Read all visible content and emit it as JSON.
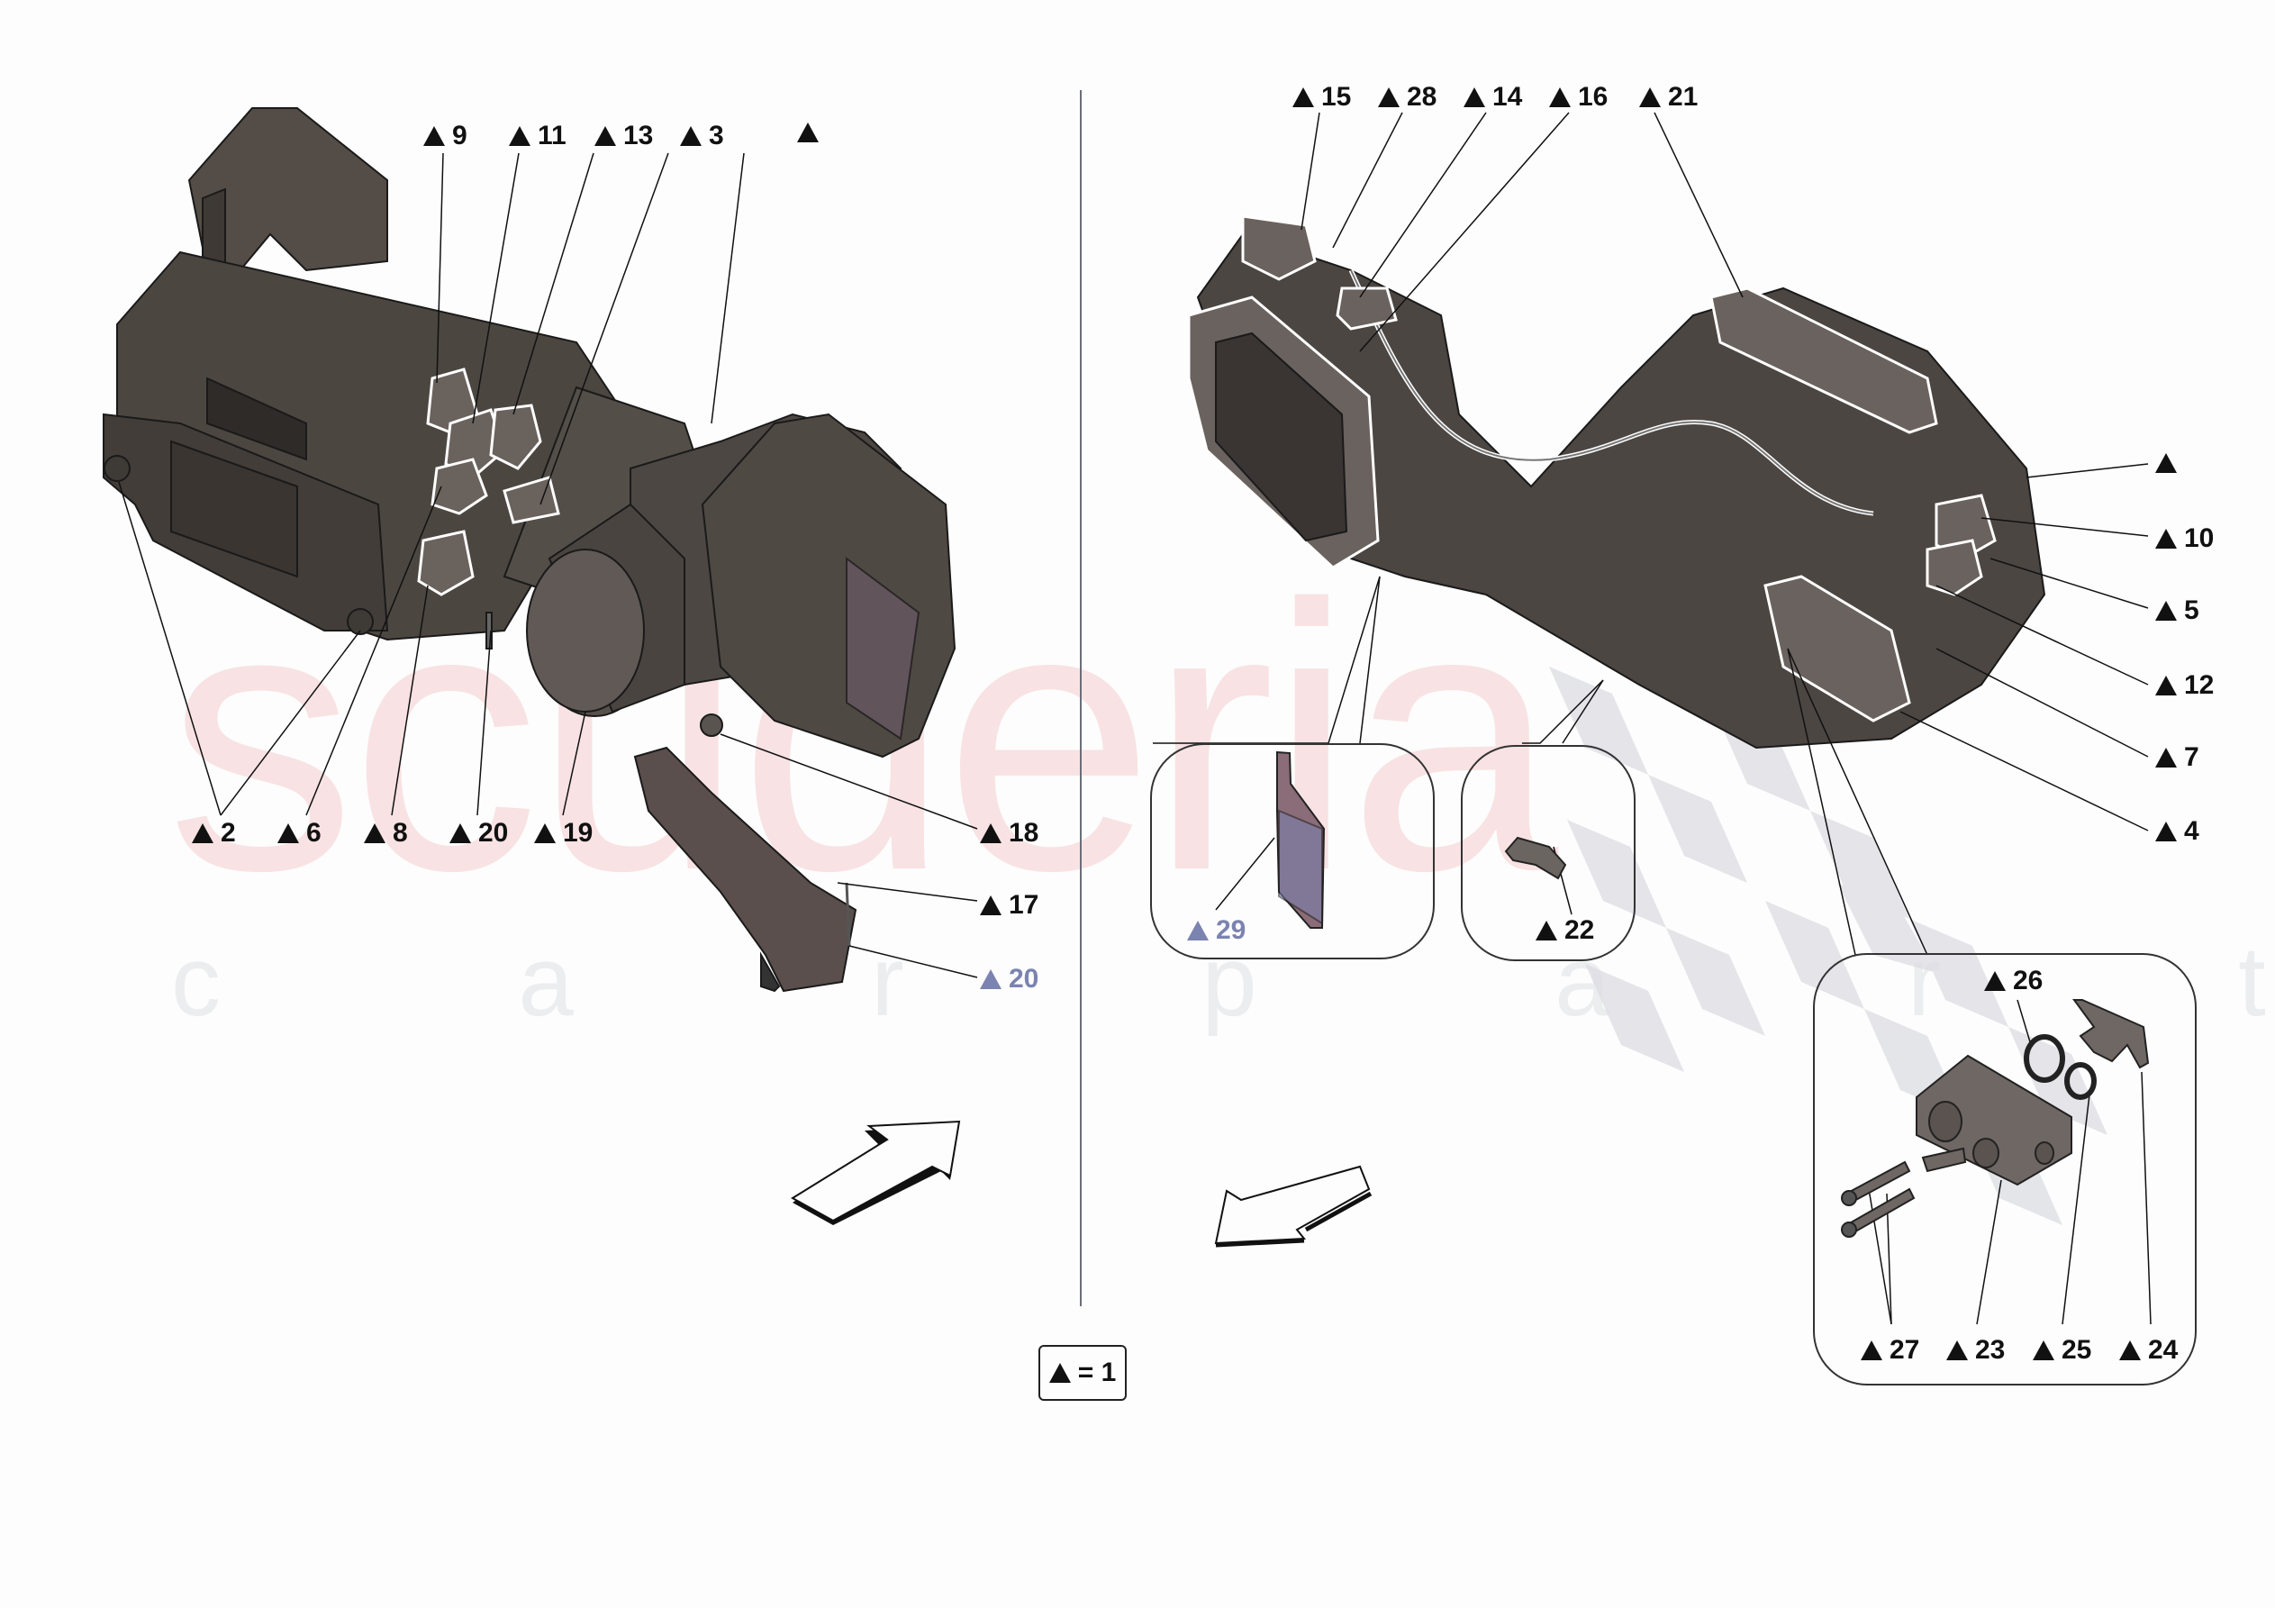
{
  "diagram": {
    "title": "HVAC unit assembly – exploded parts view",
    "background": "#fcfdfc",
    "watermark": {
      "brand": "scuderia",
      "sub": "c a r p a r t s"
    },
    "legend": {
      "symbol": "▲",
      "text": "= 1"
    },
    "colors": {
      "part_fill": "#4a443f",
      "part_outline": "#1a1a1a",
      "label": "#111111",
      "label_muted": "#7b83b0",
      "checker": "#d9d9e0"
    },
    "left_view": {
      "top_callouts": [
        {
          "id": "9",
          "text": "9"
        },
        {
          "id": "11",
          "text": "11"
        },
        {
          "id": "13",
          "text": "13"
        },
        {
          "id": "3",
          "text": "3"
        },
        {
          "id": "blank",
          "text": ""
        }
      ],
      "bottom_callouts": [
        {
          "id": "2",
          "text": "2"
        },
        {
          "id": "6",
          "text": "6"
        },
        {
          "id": "8",
          "text": "8"
        },
        {
          "id": "20a",
          "text": "20"
        },
        {
          "id": "19",
          "text": "19"
        }
      ],
      "right_callouts": [
        {
          "id": "18",
          "text": "18"
        },
        {
          "id": "17",
          "text": "17"
        },
        {
          "id": "20b",
          "text": "20"
        }
      ],
      "arrow": "up-right"
    },
    "right_view": {
      "top_callouts": [
        {
          "id": "15",
          "text": "15"
        },
        {
          "id": "28",
          "text": "28"
        },
        {
          "id": "14",
          "text": "14"
        },
        {
          "id": "16",
          "text": "16"
        },
        {
          "id": "21",
          "text": "21"
        }
      ],
      "side_callouts": [
        {
          "id": "blank",
          "text": ""
        },
        {
          "id": "10",
          "text": "10"
        },
        {
          "id": "5",
          "text": "5"
        },
        {
          "id": "12",
          "text": "12"
        },
        {
          "id": "7",
          "text": "7"
        },
        {
          "id": "4",
          "text": "4"
        }
      ],
      "detail_29": {
        "text": "29"
      },
      "detail_22": {
        "text": "22"
      },
      "detail_valve": {
        "callouts": [
          {
            "id": "26",
            "text": "26"
          },
          {
            "id": "27",
            "text": "27"
          },
          {
            "id": "23",
            "text": "23"
          },
          {
            "id": "25",
            "text": "25"
          },
          {
            "id": "24",
            "text": "24"
          }
        ]
      },
      "arrow": "down-left"
    }
  }
}
